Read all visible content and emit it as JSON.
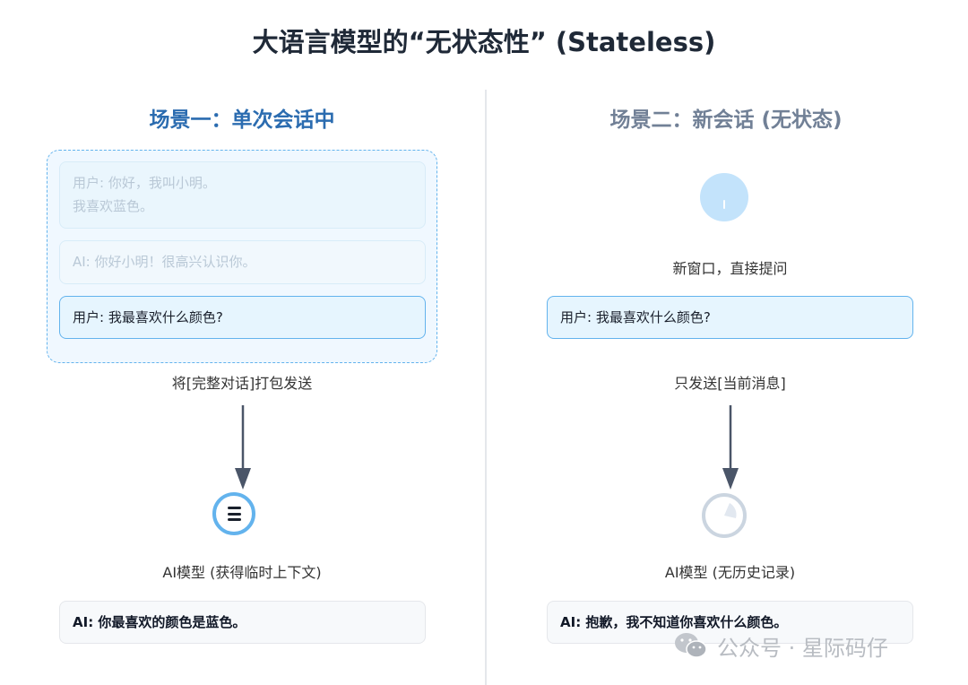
{
  "title": "大语言模型的“无状态性” (Stateless)",
  "left": {
    "heading": "场景一：单次会话中",
    "history_user_line1": "用户: 你好，我叫小明。",
    "history_user_line2": "我喜欢蓝色。",
    "history_ai": "AI: 你好小明！很高兴认识你。",
    "current_user": "用户: 我最喜欢什么颜色?",
    "send_caption": "将[完整对话]打包发送",
    "model_caption": "AI模型 (获得临时上下文)",
    "answer": "AI: 你最喜欢的颜色是蓝色。",
    "icon": "hamburger-icon"
  },
  "right": {
    "heading": "场景二：新会话 (无状态)",
    "window_caption": "新窗口，直接提问",
    "current_user": "用户: 我最喜欢什么颜色?",
    "send_caption": "只发送[当前消息]",
    "model_caption": "AI模型 (无历史记录)",
    "answer": "AI: 抱歉，我不知道你喜欢什么颜色。",
    "icon": "clock-icon"
  },
  "colors": {
    "left_accent": "#2b6cb0",
    "right_accent": "#718096",
    "border_blue": "#63b3ed",
    "arrow": "#4a5568"
  },
  "watermark": {
    "text": "公众号 · 星际码仔",
    "icon": "wechat-icon"
  }
}
